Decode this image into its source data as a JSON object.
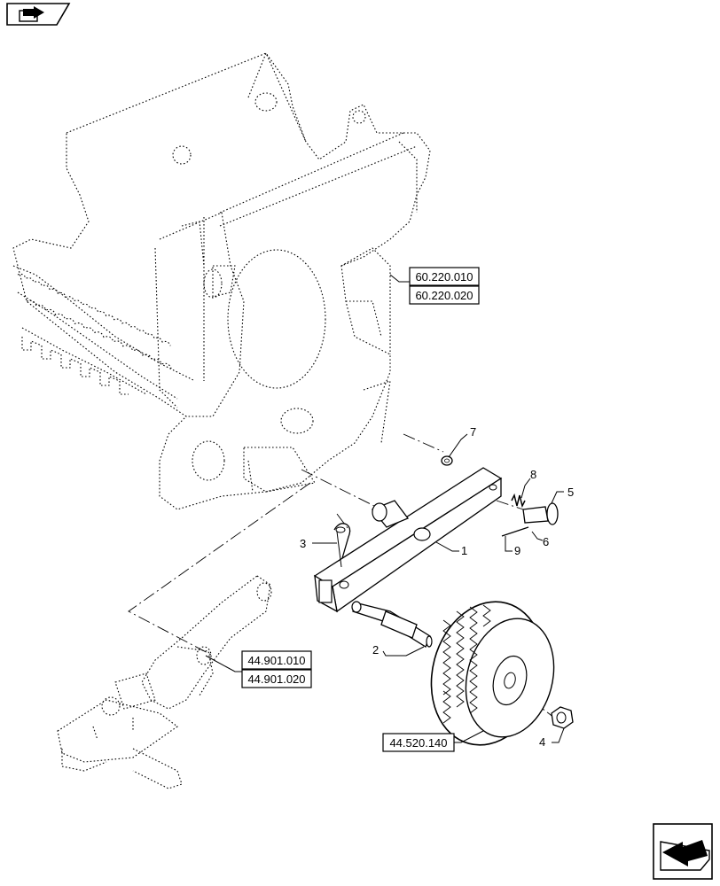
{
  "references": [
    {
      "id": "ref-60-220-010",
      "text": "60.220.010"
    },
    {
      "id": "ref-60-220-020",
      "text": "60.220.020"
    },
    {
      "id": "ref-44-901-010",
      "text": "44.901.010"
    },
    {
      "id": "ref-44-901-020",
      "text": "44.901.020"
    },
    {
      "id": "ref-44-520-140",
      "text": "44.520.140"
    }
  ],
  "callouts": [
    "1",
    "2",
    "3",
    "4",
    "5",
    "6",
    "7",
    "8",
    "9"
  ],
  "icons": {
    "top_left": "navigation-folder-arrow-icon",
    "bottom_right": "next-page-arrow-icon"
  }
}
